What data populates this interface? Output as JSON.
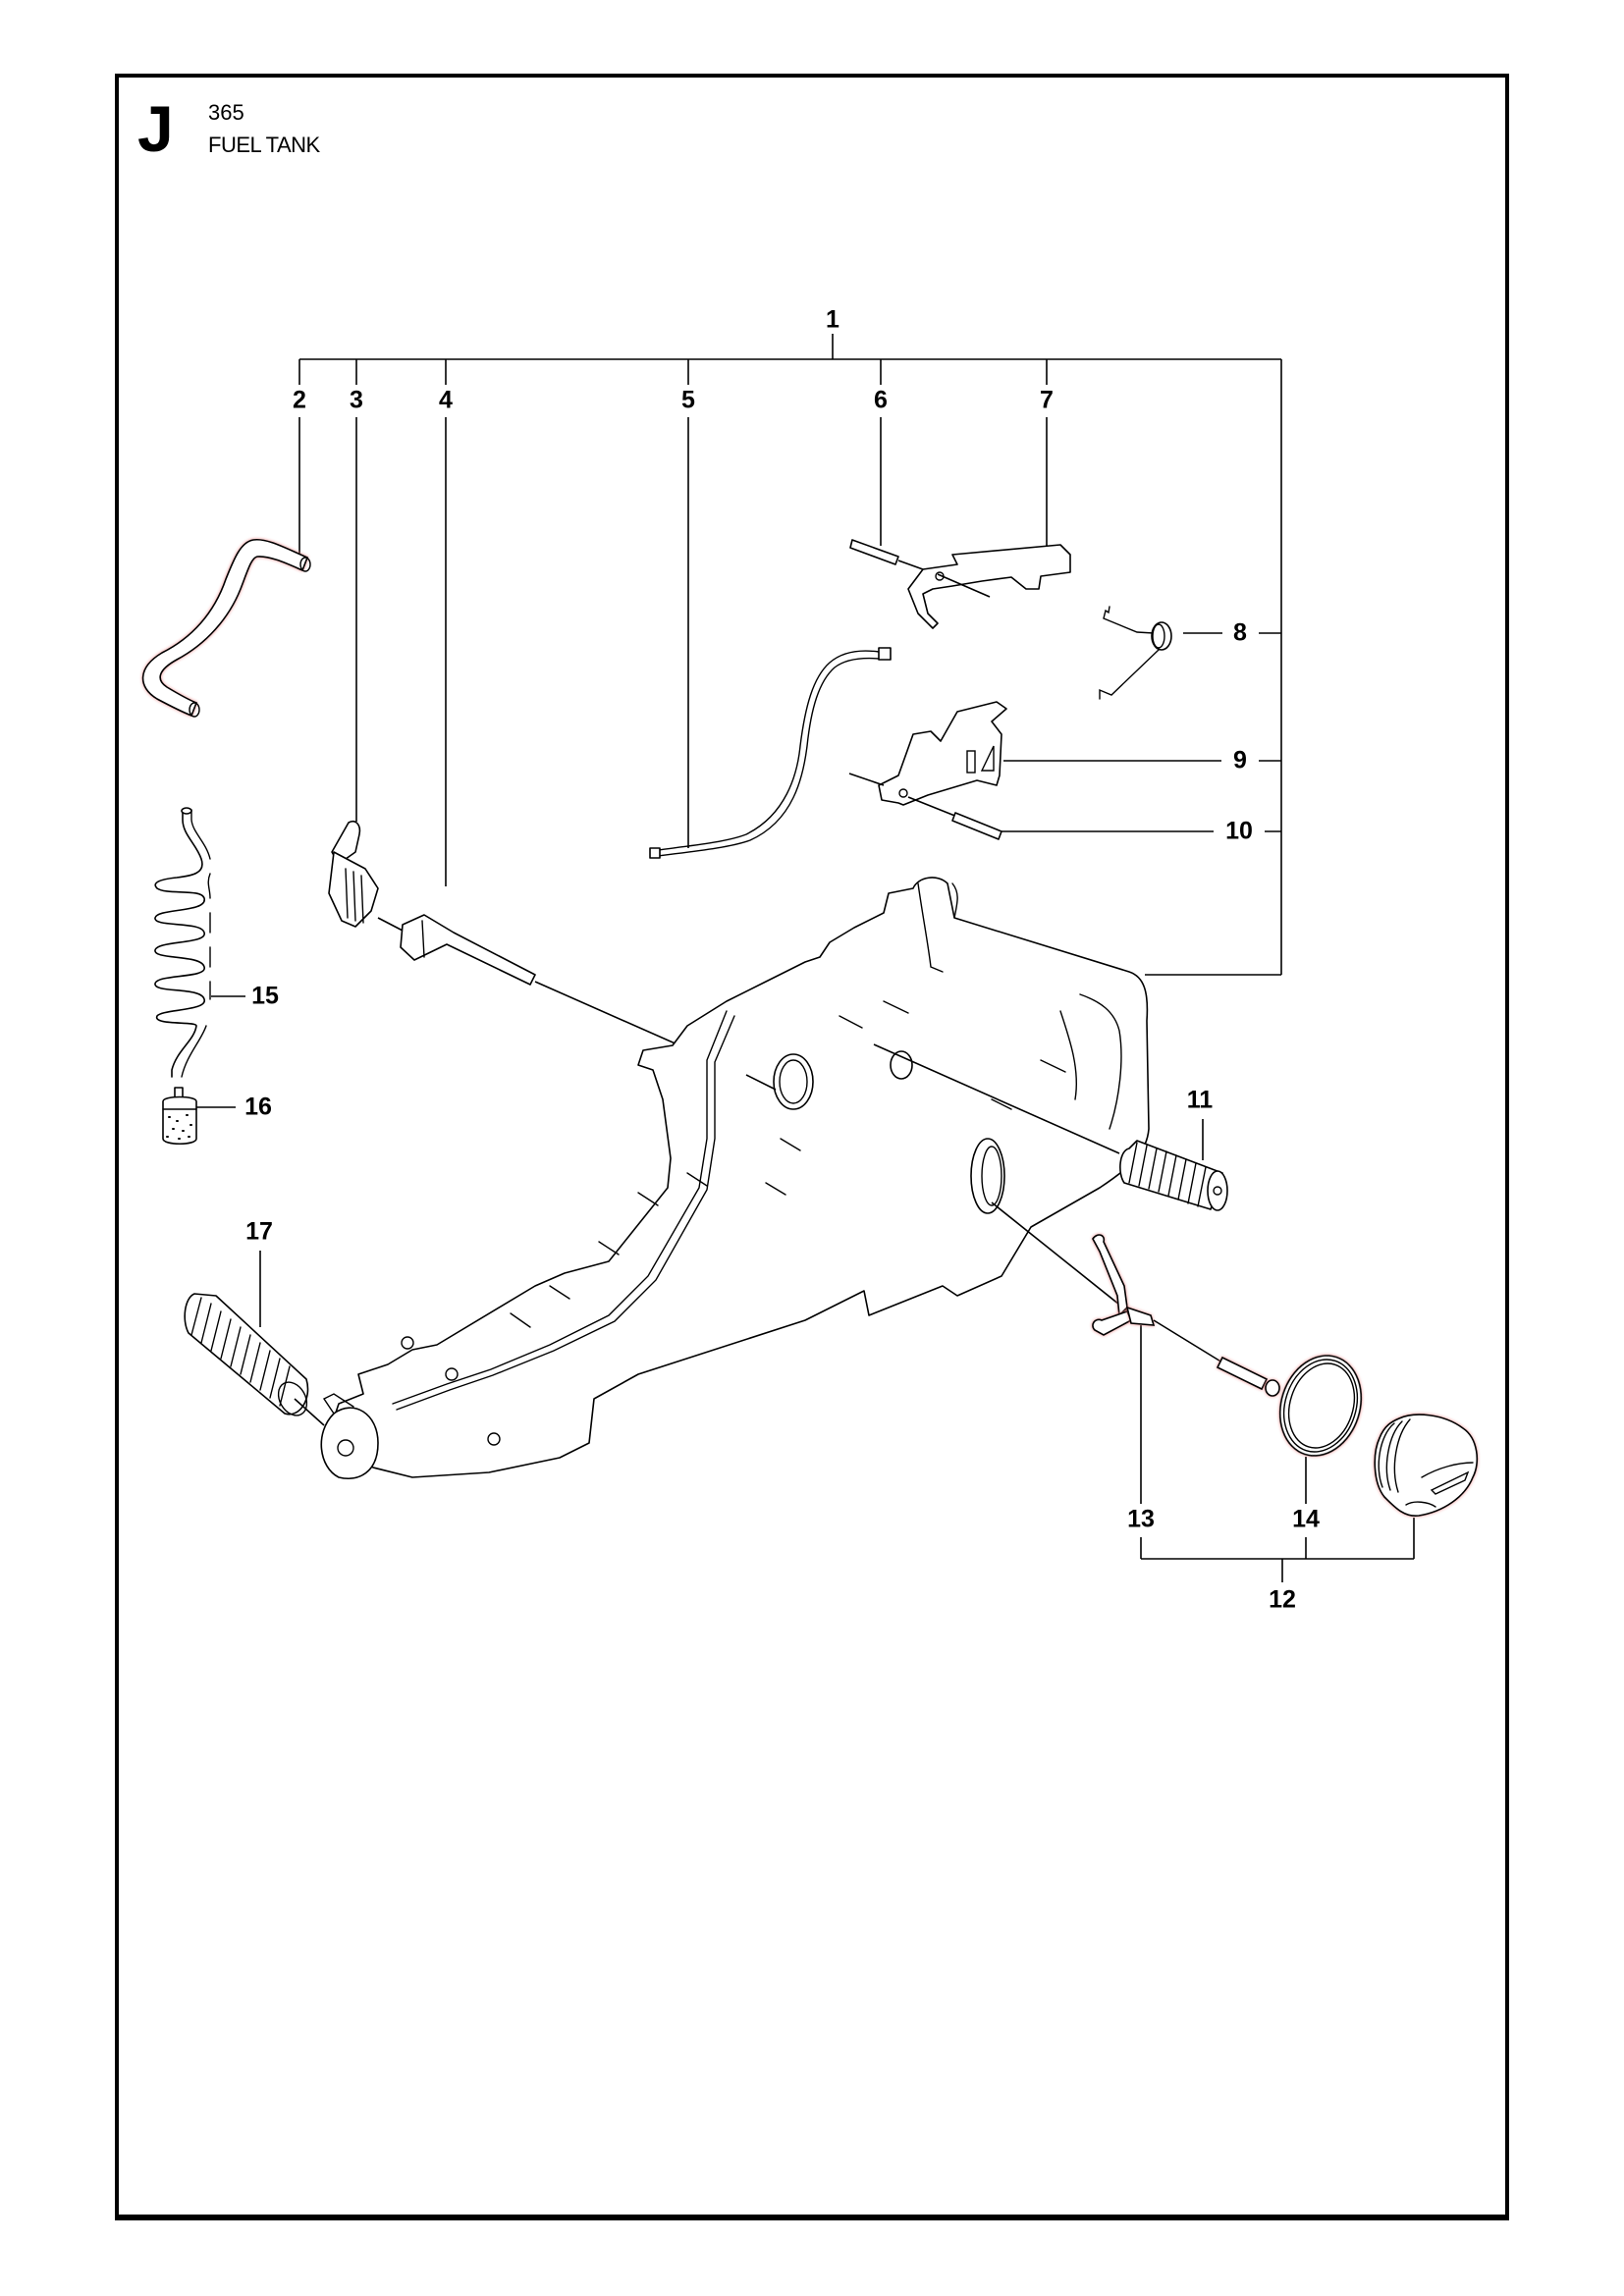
{
  "header": {
    "section_letter": "J",
    "model": "365",
    "title": "FUEL TANK"
  },
  "callouts": {
    "p1": "1",
    "p2": "2",
    "p3": "3",
    "p4": "4",
    "p5": "5",
    "p6": "6",
    "p7": "7",
    "p8": "8",
    "p9": "9",
    "p10": "10",
    "p11": "11",
    "p12": "12",
    "p13": "13",
    "p14": "14",
    "p15": "15",
    "p16": "16",
    "p17": "17"
  },
  "colors": {
    "line": "#000000",
    "highlight": "#e88888"
  }
}
